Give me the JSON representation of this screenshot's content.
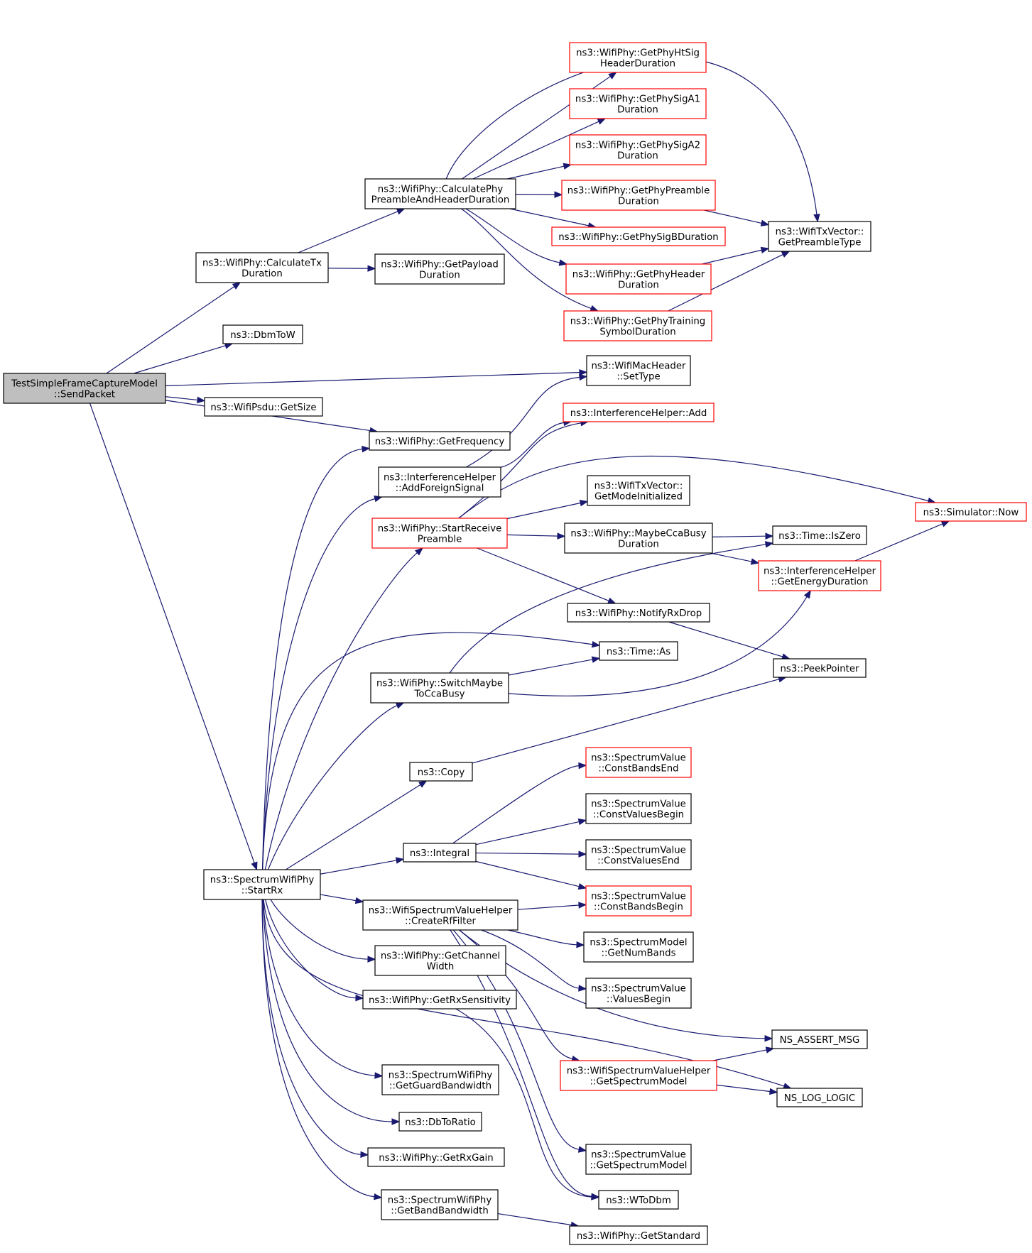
{
  "nodes": [
    {
      "id": "root",
      "lines": [
        "TestSimpleFrameCaptureModel",
        "::SendPacket"
      ],
      "style": "root"
    },
    {
      "id": "calcTx",
      "lines": [
        "ns3::WifiPhy::CalculateTx",
        "Duration"
      ],
      "style": "black"
    },
    {
      "id": "dbmToW",
      "lines": [
        "ns3::DbmToW"
      ],
      "style": "black"
    },
    {
      "id": "psduSize",
      "lines": [
        "ns3::WifiPsdu::GetSize"
      ],
      "style": "black"
    },
    {
      "id": "startRx",
      "lines": [
        "ns3::SpectrumWifiPhy",
        "::StartRx"
      ],
      "style": "black"
    },
    {
      "id": "calcPre",
      "lines": [
        "ns3::WifiPhy::CalculatePhy",
        "PreambleAndHeaderDuration"
      ],
      "style": "black"
    },
    {
      "id": "payload",
      "lines": [
        "ns3::WifiPhy::GetPayload",
        "Duration"
      ],
      "style": "black"
    },
    {
      "id": "getFreq",
      "lines": [
        "ns3::WifiPhy::GetFrequency"
      ],
      "style": "black"
    },
    {
      "id": "addForeign",
      "lines": [
        "ns3::InterferenceHelper",
        "::AddForeignSignal"
      ],
      "style": "black"
    },
    {
      "id": "startRecv",
      "lines": [
        "ns3::WifiPhy::StartReceive",
        "Preamble"
      ],
      "style": "red"
    },
    {
      "id": "switchCca",
      "lines": [
        "ns3::WifiPhy::SwitchMaybe",
        "ToCcaBusy"
      ],
      "style": "black"
    },
    {
      "id": "copy",
      "lines": [
        "ns3::Copy"
      ],
      "style": "black"
    },
    {
      "id": "integral",
      "lines": [
        "ns3::Integral"
      ],
      "style": "black"
    },
    {
      "id": "createRf",
      "lines": [
        "ns3::WifiSpectrumValueHelper",
        "::CreateRfFilter"
      ],
      "style": "black"
    },
    {
      "id": "chanWidth",
      "lines": [
        "ns3::WifiPhy::GetChannel",
        "Width"
      ],
      "style": "black"
    },
    {
      "id": "rxSens",
      "lines": [
        "ns3::WifiPhy::GetRxSensitivity"
      ],
      "style": "black"
    },
    {
      "id": "guardBw",
      "lines": [
        "ns3::SpectrumWifiPhy",
        "::GetGuardBandwidth"
      ],
      "style": "black"
    },
    {
      "id": "dbToRatio",
      "lines": [
        "ns3::DbToRatio"
      ],
      "style": "black"
    },
    {
      "id": "rxGain",
      "lines": [
        "ns3::WifiPhy::GetRxGain"
      ],
      "style": "black"
    },
    {
      "id": "bandBw",
      "lines": [
        "ns3::SpectrumWifiPhy",
        "::GetBandBandwidth"
      ],
      "style": "black"
    },
    {
      "id": "htSig",
      "lines": [
        "ns3::WifiPhy::GetPhyHtSig",
        "HeaderDuration"
      ],
      "style": "red"
    },
    {
      "id": "sigA1",
      "lines": [
        "ns3::WifiPhy::GetPhySigA1",
        "Duration"
      ],
      "style": "red"
    },
    {
      "id": "sigA2",
      "lines": [
        "ns3::WifiPhy::GetPhySigA2",
        "Duration"
      ],
      "style": "red"
    },
    {
      "id": "phyPre",
      "lines": [
        "ns3::WifiPhy::GetPhyPreamble",
        "Duration"
      ],
      "style": "red"
    },
    {
      "id": "sigB",
      "lines": [
        "ns3::WifiPhy::GetPhySigBDuration"
      ],
      "style": "red"
    },
    {
      "id": "phyHeader",
      "lines": [
        "ns3::WifiPhy::GetPhyHeader",
        "Duration"
      ],
      "style": "red"
    },
    {
      "id": "training",
      "lines": [
        "ns3::WifiPhy::GetPhyTraining",
        "SymbolDuration"
      ],
      "style": "red"
    },
    {
      "id": "setType",
      "lines": [
        "ns3::WifiMacHeader",
        "::SetType"
      ],
      "style": "black"
    },
    {
      "id": "ihAdd",
      "lines": [
        "ns3::InterferenceHelper::Add"
      ],
      "style": "red"
    },
    {
      "id": "modeInit",
      "lines": [
        "ns3::WifiTxVector::",
        "GetModeInitialized"
      ],
      "style": "black"
    },
    {
      "id": "maybeCca",
      "lines": [
        "ns3::WifiPhy::MaybeCcaBusy",
        "Duration"
      ],
      "style": "black"
    },
    {
      "id": "notifyDrop",
      "lines": [
        "ns3::WifiPhy::NotifyRxDrop"
      ],
      "style": "black"
    },
    {
      "id": "timeAs",
      "lines": [
        "ns3::Time::As"
      ],
      "style": "black"
    },
    {
      "id": "cbEnd",
      "lines": [
        "ns3::SpectrumValue",
        "::ConstBandsEnd"
      ],
      "style": "red"
    },
    {
      "id": "cvBegin",
      "lines": [
        "ns3::SpectrumValue",
        "::ConstValuesBegin"
      ],
      "style": "black"
    },
    {
      "id": "cvEnd",
      "lines": [
        "ns3::SpectrumValue",
        "::ConstValuesEnd"
      ],
      "style": "black"
    },
    {
      "id": "cbBegin",
      "lines": [
        "ns3::SpectrumValue",
        "::ConstBandsBegin"
      ],
      "style": "red"
    },
    {
      "id": "numBands",
      "lines": [
        "ns3::SpectrumModel",
        "::GetNumBands"
      ],
      "style": "black"
    },
    {
      "id": "valBegin",
      "lines": [
        "ns3::SpectrumValue",
        "::ValuesBegin"
      ],
      "style": "black"
    },
    {
      "id": "wshGetSm",
      "lines": [
        "ns3::WifiSpectrumValueHelper",
        "::GetSpectrumModel"
      ],
      "style": "red"
    },
    {
      "id": "svGetSm",
      "lines": [
        "ns3::SpectrumValue",
        "::GetSpectrumModel"
      ],
      "style": "black"
    },
    {
      "id": "wToDbm",
      "lines": [
        "ns3::WToDbm"
      ],
      "style": "black"
    },
    {
      "id": "getStd",
      "lines": [
        "ns3::WifiPhy::GetStandard"
      ],
      "style": "black"
    },
    {
      "id": "preType",
      "lines": [
        "ns3::WifiTxVector::",
        "GetPreambleType"
      ],
      "style": "black"
    },
    {
      "id": "now",
      "lines": [
        "ns3::Simulator::Now"
      ],
      "style": "red"
    },
    {
      "id": "isZero",
      "lines": [
        "ns3::Time::IsZero"
      ],
      "style": "black"
    },
    {
      "id": "energy",
      "lines": [
        "ns3::InterferenceHelper",
        "::GetEnergyDuration"
      ],
      "style": "red"
    },
    {
      "id": "peek",
      "lines": [
        "ns3::PeekPointer"
      ],
      "style": "black"
    },
    {
      "id": "assertMsg",
      "lines": [
        "NS_ASSERT_MSG"
      ],
      "style": "black"
    },
    {
      "id": "logLogic",
      "lines": [
        "NS_LOG_LOGIC"
      ],
      "style": "black"
    }
  ],
  "edges": [
    [
      "root",
      "calcTx"
    ],
    [
      "root",
      "dbmToW"
    ],
    [
      "root",
      "setType"
    ],
    [
      "root",
      "psduSize"
    ],
    [
      "root",
      "getFreq"
    ],
    [
      "root",
      "startRx"
    ],
    [
      "calcTx",
      "calcPre"
    ],
    [
      "calcTx",
      "payload"
    ],
    [
      "calcPre",
      "htSig"
    ],
    [
      "calcPre",
      "sigA1"
    ],
    [
      "calcPre",
      "sigA2"
    ],
    [
      "calcPre",
      "phyPre"
    ],
    [
      "calcPre",
      "sigB"
    ],
    [
      "calcPre",
      "phyHeader"
    ],
    [
      "calcPre",
      "training"
    ],
    [
      "calcPre",
      "preType"
    ],
    [
      "phyPre",
      "preType"
    ],
    [
      "phyHeader",
      "preType"
    ],
    [
      "training",
      "preType"
    ],
    [
      "addForeign",
      "setType"
    ],
    [
      "addForeign",
      "ihAdd"
    ],
    [
      "startRecv",
      "ihAdd"
    ],
    [
      "startRecv",
      "now"
    ],
    [
      "startRecv",
      "modeInit"
    ],
    [
      "startRecv",
      "maybeCca"
    ],
    [
      "startRecv",
      "notifyDrop"
    ],
    [
      "maybeCca",
      "isZero"
    ],
    [
      "maybeCca",
      "energy"
    ],
    [
      "energy",
      "now"
    ],
    [
      "notifyDrop",
      "peek"
    ],
    [
      "switchCca",
      "isZero"
    ],
    [
      "switchCca",
      "timeAs"
    ],
    [
      "switchCca",
      "energy"
    ],
    [
      "copy",
      "peek"
    ],
    [
      "integral",
      "cbEnd"
    ],
    [
      "integral",
      "cvBegin"
    ],
    [
      "integral",
      "cvEnd"
    ],
    [
      "integral",
      "cbBegin"
    ],
    [
      "createRf",
      "cbBegin"
    ],
    [
      "createRf",
      "numBands"
    ],
    [
      "createRf",
      "valBegin"
    ],
    [
      "createRf",
      "assertMsg"
    ],
    [
      "createRf",
      "wshGetSm"
    ],
    [
      "createRf",
      "svGetSm"
    ],
    [
      "createRf",
      "wToDbm"
    ],
    [
      "wshGetSm",
      "assertMsg"
    ],
    [
      "wshGetSm",
      "logLogic"
    ],
    [
      "rxSens",
      "wToDbm"
    ],
    [
      "startRx",
      "getFreq"
    ],
    [
      "startRx",
      "addForeign"
    ],
    [
      "startRx",
      "startRecv"
    ],
    [
      "startRx",
      "timeAs"
    ],
    [
      "startRx",
      "switchCca"
    ],
    [
      "startRx",
      "copy"
    ],
    [
      "startRx",
      "integral"
    ],
    [
      "startRx",
      "createRf"
    ],
    [
      "startRx",
      "chanWidth"
    ],
    [
      "startRx",
      "rxSens"
    ],
    [
      "startRx",
      "logLogic"
    ],
    [
      "startRx",
      "guardBw"
    ],
    [
      "startRx",
      "dbToRatio"
    ],
    [
      "startRx",
      "rxGain"
    ],
    [
      "startRx",
      "bandBw"
    ],
    [
      "bandBw",
      "getStd"
    ]
  ]
}
